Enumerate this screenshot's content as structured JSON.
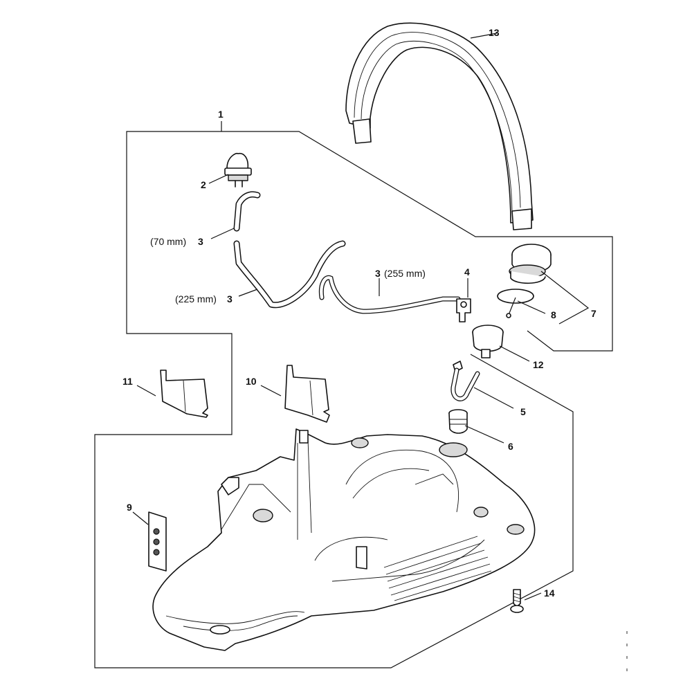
{
  "callouts": {
    "c1": "1",
    "c2": "2",
    "c3a_prefix": "(70 mm)",
    "c3a_num": "3",
    "c3b_prefix": "(225 mm)",
    "c3b_num": "3",
    "c3c_num": "3",
    "c3c_suffix": "(255 mm)",
    "c4": "4",
    "c5": "5",
    "c6": "6",
    "c7": "7",
    "c8": "8",
    "c9": "9",
    "c10": "10",
    "c11": "11",
    "c12": "12",
    "c13": "13",
    "c14": "14"
  }
}
